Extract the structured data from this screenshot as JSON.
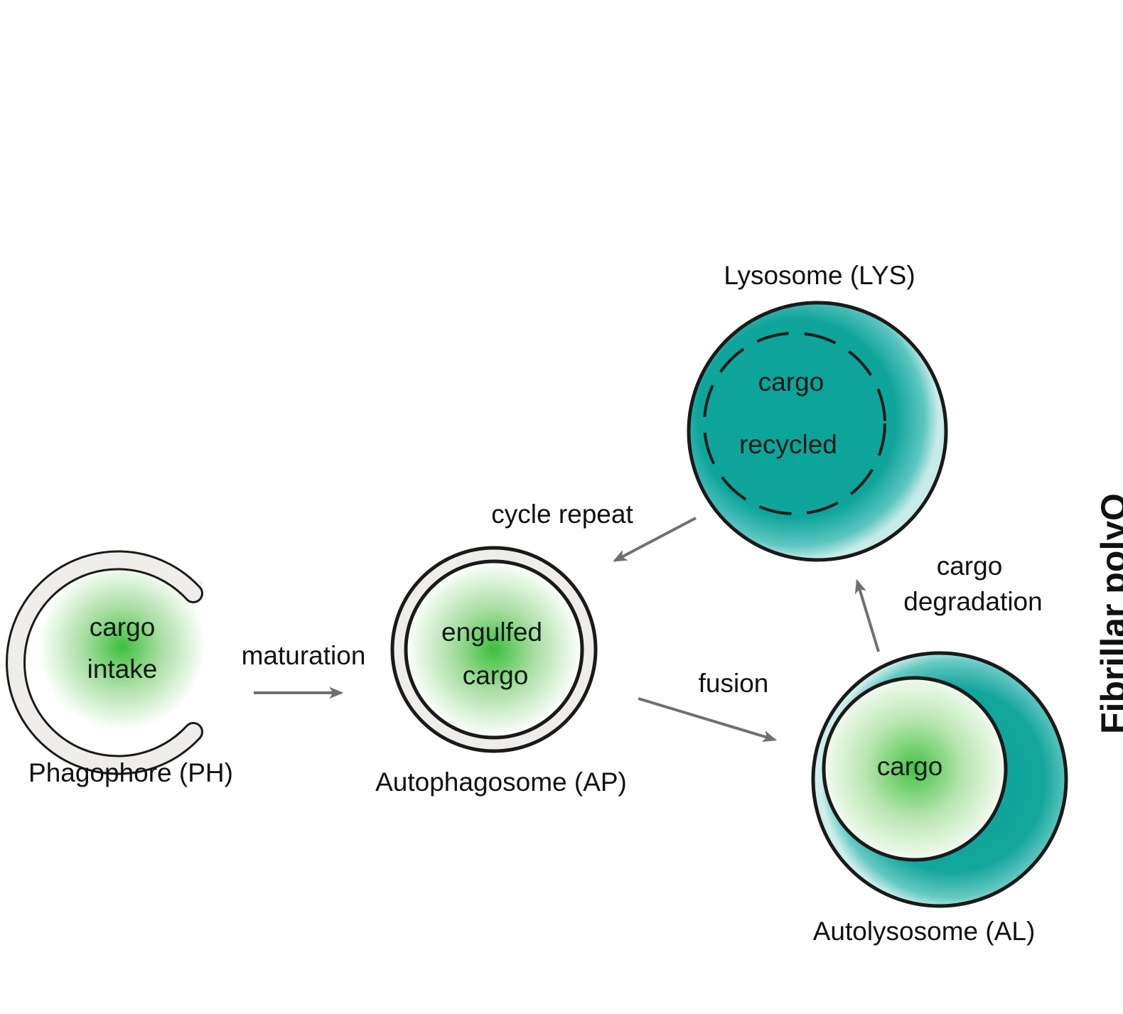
{
  "stages": {
    "phagophore": {
      "name": "Phagophore (PH)",
      "inner_line1": "cargo",
      "inner_line2": "intake"
    },
    "autophagosome": {
      "name": "Autophagosome (AP)",
      "inner_line1": "engulfed",
      "inner_line2": "cargo"
    },
    "lysosome": {
      "name": "Lysosome (LYS)",
      "inner_line1": "cargo",
      "inner_line2": "recycled"
    },
    "autolysosome": {
      "name": "Autolysosome (AL)",
      "inner": "cargo"
    }
  },
  "transitions": {
    "maturation": "maturation",
    "fusion": "fusion",
    "degradation_line1": "cargo",
    "degradation_line2": "degradation",
    "cycle": "cycle repeat"
  },
  "side_label": "Fibrillar polyQ",
  "colors": {
    "cargo_center": "#3dbf3d",
    "lysosome_teal": "#0aa39a",
    "membrane_fill": "#efedea",
    "arrow": "#707070",
    "outline": "#1a1a1a"
  }
}
